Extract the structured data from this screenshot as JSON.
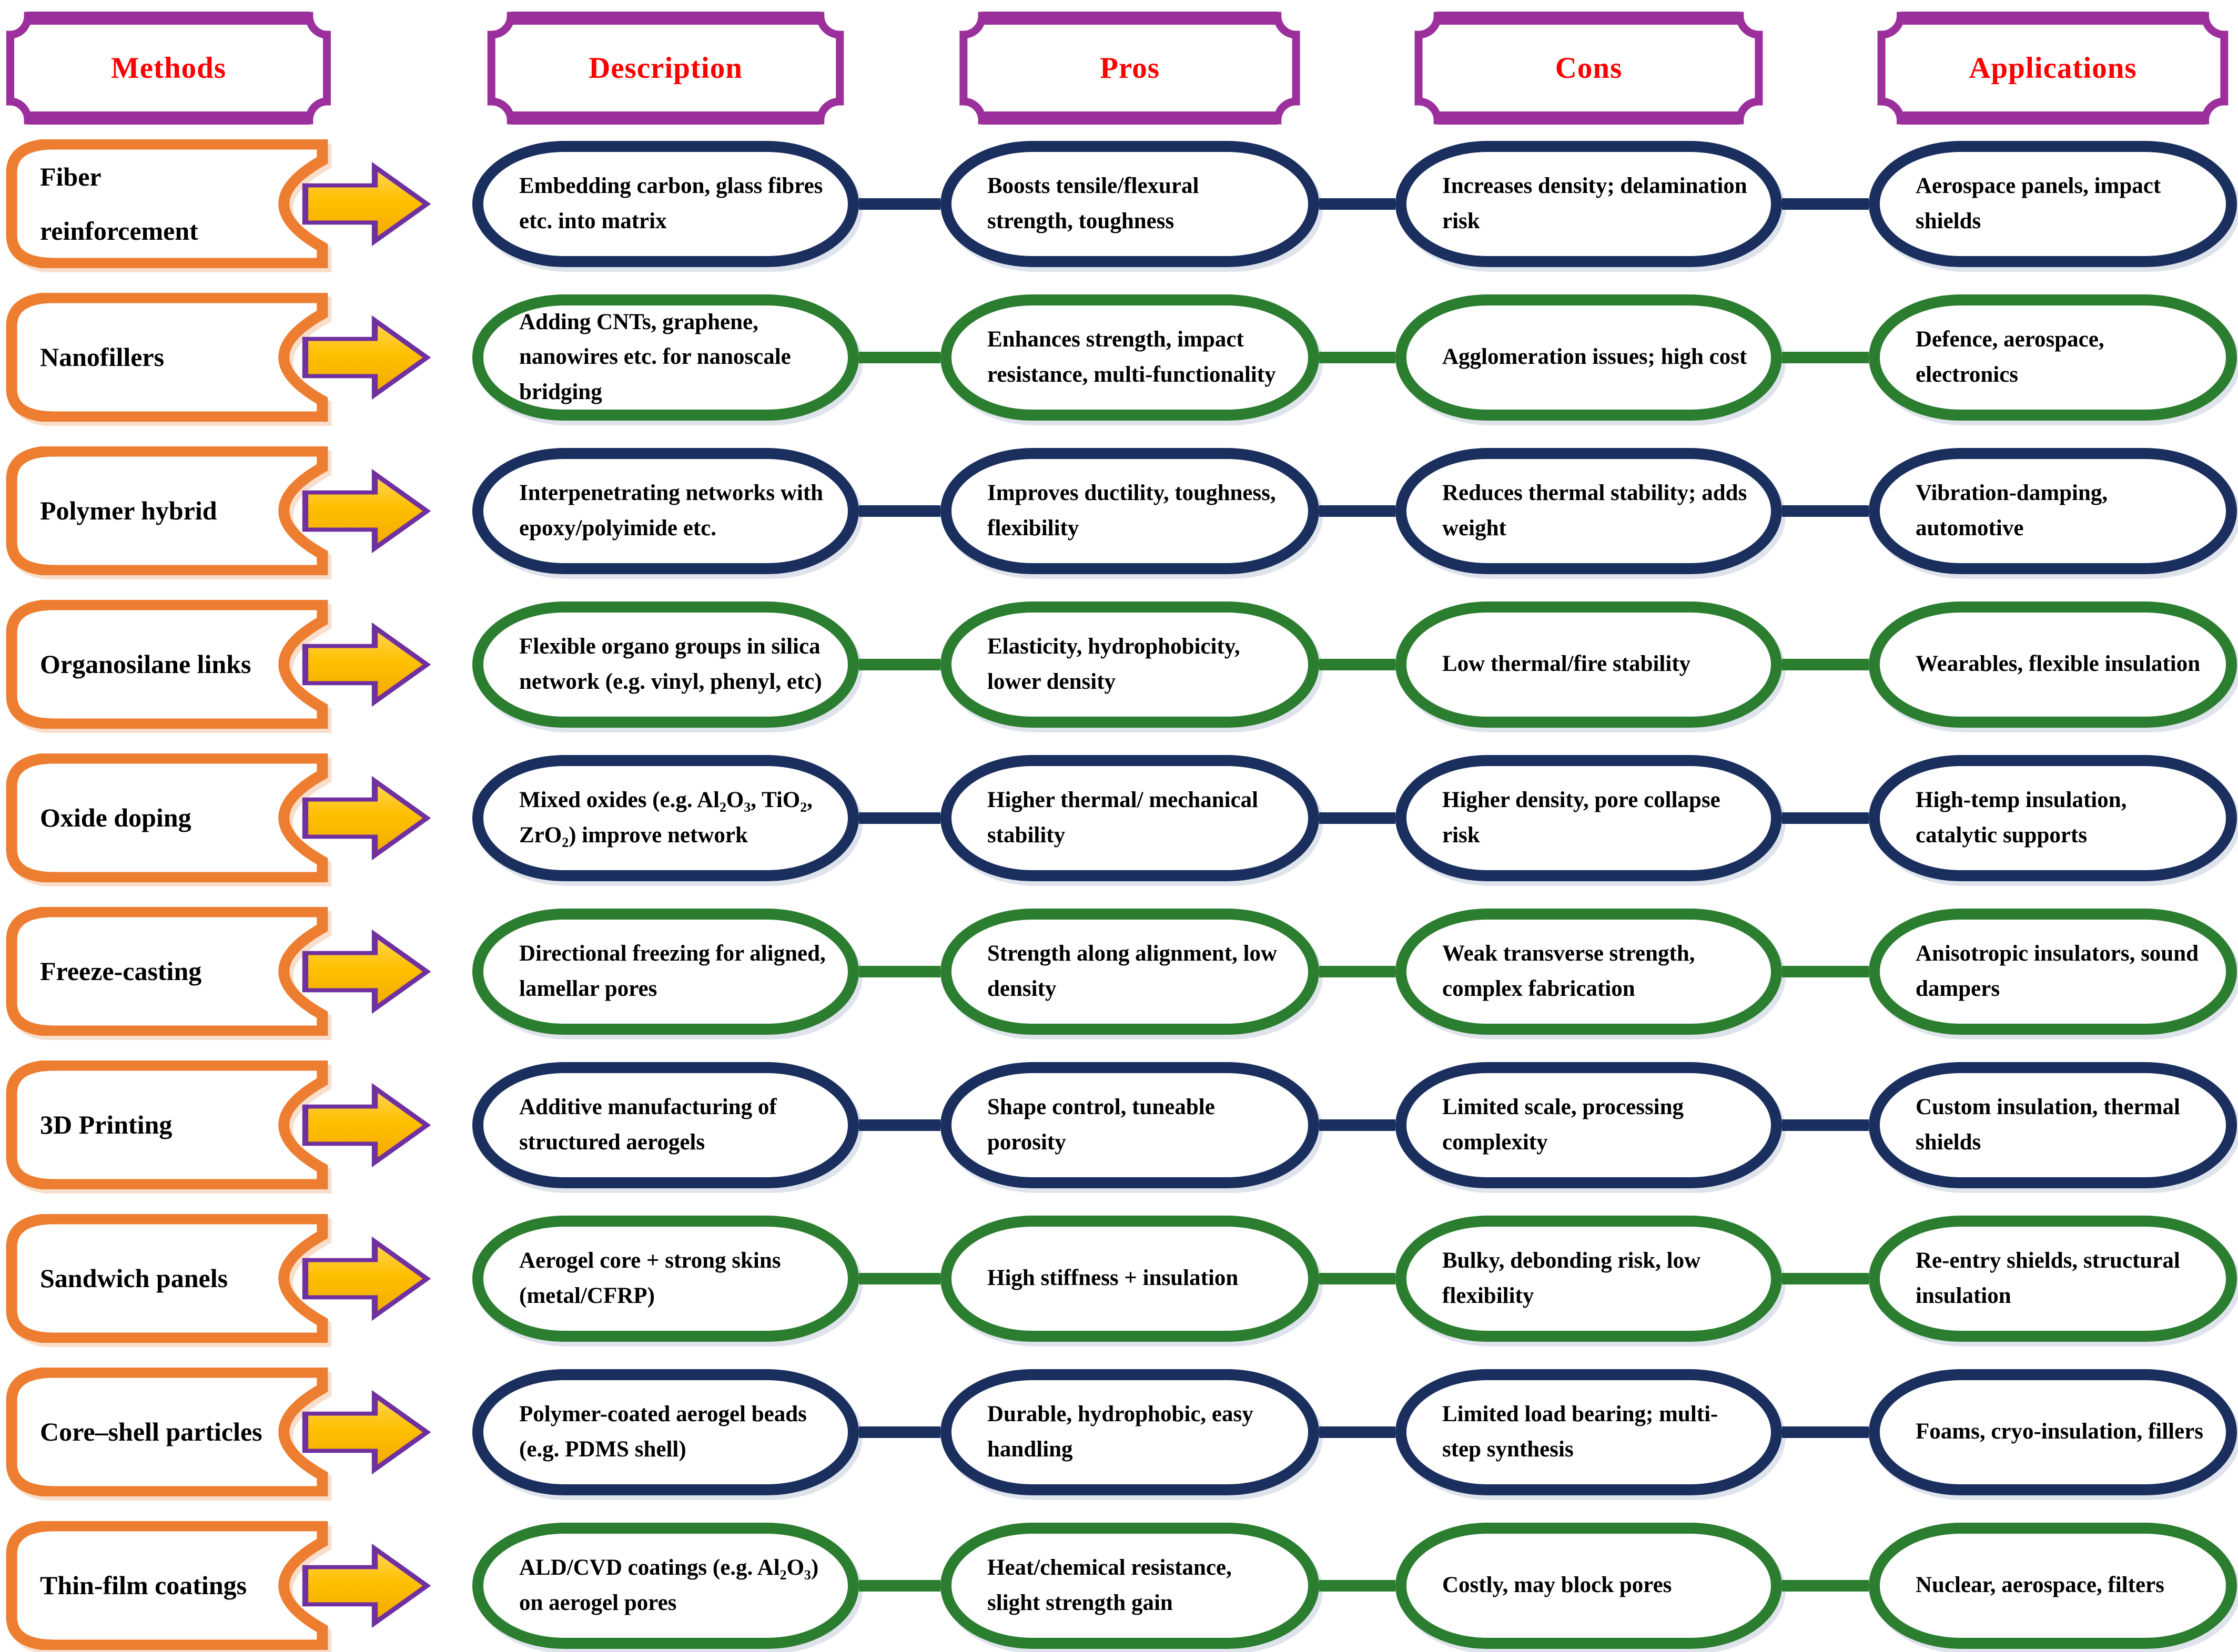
{
  "columns": {
    "methods": "Methods",
    "description": "Description",
    "pros": "Pros",
    "cons": "Cons",
    "applications": "Applications"
  },
  "rows": [
    {
      "method": "Fiber reinforcement",
      "description": "Embedding carbon, glass fibres etc. into matrix",
      "pros": "Boosts tensile/flexural strength, toughness",
      "cons": "Increases density; delamination risk",
      "applications": "Aerospace panels, impact shields"
    },
    {
      "method": "Nanofillers",
      "description": "Adding CNTs, graphene, nanowires etc. for nanoscale bridging",
      "pros": "Enhances strength, impact resistance, multi-functionality",
      "cons": "Agglomeration issues; high cost",
      "applications": "Defence, aerospace, electronics"
    },
    {
      "method": "Polymer hybrid",
      "description": "Interpenetrating networks with epoxy/polyimide etc.",
      "pros": "Improves ductility, toughness, flexibility",
      "cons": "Reduces thermal stability; adds weight",
      "applications": "Vibration-damping, automotive"
    },
    {
      "method": "Organosilane links",
      "description": "Flexible organo groups in silica network (e.g. vinyl, phenyl, etc)",
      "pros": "Elasticity, hydrophobicity, lower density",
      "cons": "Low thermal/fire stability",
      "applications": "Wearables, flexible insulation"
    },
    {
      "method": "Oxide doping",
      "description": "Mixed oxides (e.g. Al₂O₃, TiO₂, ZrO₂) improve network",
      "pros": "Higher thermal/ mechanical stability",
      "cons": "Higher density, pore collapse risk",
      "applications": "High-temp insulation, catalytic supports"
    },
    {
      "method": "Freeze-casting",
      "description": "Directional freezing for aligned, lamellar pores",
      "pros": "Strength along alignment, low density",
      "cons": "Weak transverse strength, complex fabrication",
      "applications": "Anisotropic insulators, sound dampers"
    },
    {
      "method": "3D Printing",
      "description": "Additive manufacturing of structured aerogels",
      "pros": "Shape control, tuneable porosity",
      "cons": "Limited scale, processing complexity",
      "applications": "Custom insulation, thermal shields"
    },
    {
      "method": "Sandwich panels",
      "description": "Aerogel core + strong skins (metal/CFRP)",
      "pros": "High stiffness + insulation",
      "cons": "Bulky, debonding risk, low flexibility",
      "applications": "Re-entry shields, structural insulation"
    },
    {
      "method": "Core–shell particles",
      "description": "Polymer-coated aerogel beads (e.g. PDMS shell)",
      "pros": "Durable, hydrophobic, easy handling",
      "cons": "Limited load bearing; multi-step synthesis",
      "applications": "Foams, cryo-insulation, fillers"
    },
    {
      "method": "Thin-film coatings",
      "description": "ALD/CVD coatings (e.g. Al₂O₃) on aerogel pores",
      "pros": "Heat/chemical resistance, slight strength gain",
      "cons": "Costly, may block pores",
      "applications": "Nuclear, aerospace, filters"
    }
  ],
  "colors": {
    "navy": "#1A2F5E",
    "green": "#2B7D2F",
    "orange": "#ED7D31",
    "header_purple": "#9B2F9B",
    "header_text_red": "#FF0000",
    "arrow_gold": "#FFC000",
    "arrow_outline_purple": "#7030A0"
  },
  "icons": {
    "arrow": "right-block-arrow"
  }
}
